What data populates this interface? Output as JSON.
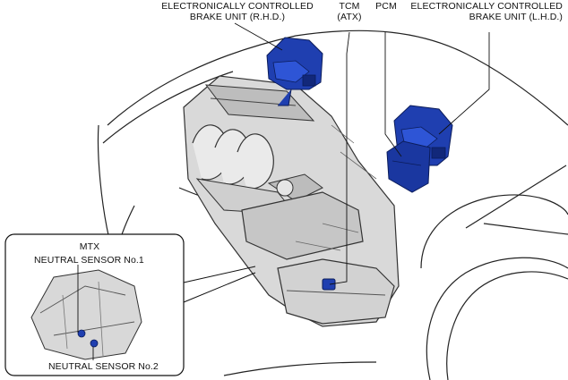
{
  "callouts": {
    "ecbu_rhd": {
      "line1": "ELECTRONICALLY CONTROLLED",
      "line2": "BRAKE UNIT (R.H.D.)"
    },
    "tcm": {
      "line1": "TCM",
      "line2": "(ATX)"
    },
    "pcm": {
      "label": "PCM"
    },
    "ecbu_lhd": {
      "line1": "ELECTRONICALLY CONTROLLED",
      "line2": "BRAKE UNIT (L.H.D.)"
    }
  },
  "inset": {
    "mtx": "MTX",
    "neutral_sensor_1": "NEUTRAL SENSOR No.1",
    "neutral_sensor_2": "NEUTRAL SENSOR No.2"
  },
  "colors": {
    "component_highlight": "#1f3fb0",
    "component_shade": "#12287a",
    "line": "#111111",
    "engine_fill": "#d9d9d9"
  }
}
